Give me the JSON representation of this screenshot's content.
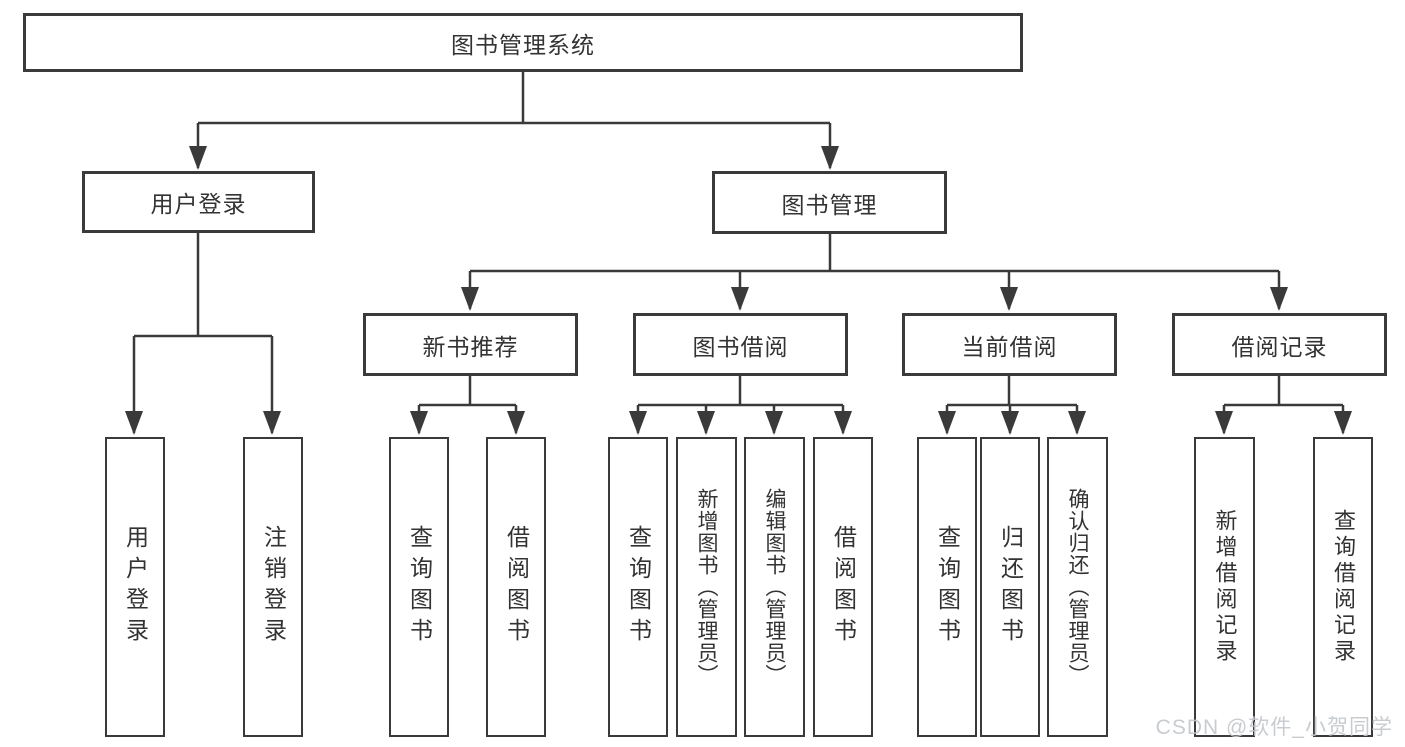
{
  "colors": {
    "line": "#3a3a3a",
    "text": "#333333",
    "watermark": "#c3c7cb",
    "background": "#ffffff"
  },
  "nodes": {
    "root": {
      "label": "图书管理系统"
    },
    "login": {
      "label": "用户登录"
    },
    "management": {
      "label": "图书管理"
    },
    "recommend": {
      "label": "新书推荐"
    },
    "borrow": {
      "label": "图书借阅"
    },
    "current": {
      "label": "当前借阅"
    },
    "records": {
      "label": "借阅记录"
    },
    "login_user": {
      "label": "用户登录"
    },
    "login_logout": {
      "label": "注销登录"
    },
    "recommend_query": {
      "label": "查询图书"
    },
    "recommend_borrow": {
      "label": "借阅图书"
    },
    "borrow_query": {
      "label": "查询图书"
    },
    "borrow_add": {
      "label": "新增图书（管理员）"
    },
    "borrow_edit": {
      "label": "编辑图书（管理员）"
    },
    "borrow_lend": {
      "label": "借阅图书"
    },
    "current_query": {
      "label": "查询图书"
    },
    "current_return": {
      "label": "归还图书"
    },
    "current_confirm": {
      "label": "确认归还（管理员）"
    },
    "records_add": {
      "label": "新增借阅记录"
    },
    "records_query": {
      "label": "查询借阅记录"
    }
  },
  "tree": {
    "root": [
      "login",
      "management"
    ],
    "login": [
      "login_user",
      "login_logout"
    ],
    "management": [
      "recommend",
      "borrow",
      "current",
      "records"
    ],
    "recommend": [
      "recommend_query",
      "recommend_borrow"
    ],
    "borrow": [
      "borrow_query",
      "borrow_add",
      "borrow_edit",
      "borrow_lend"
    ],
    "current": [
      "current_query",
      "current_return",
      "current_confirm"
    ],
    "records": [
      "records_add",
      "records_query"
    ]
  },
  "watermark": {
    "text": "CSDN @软件_小贺同学"
  }
}
